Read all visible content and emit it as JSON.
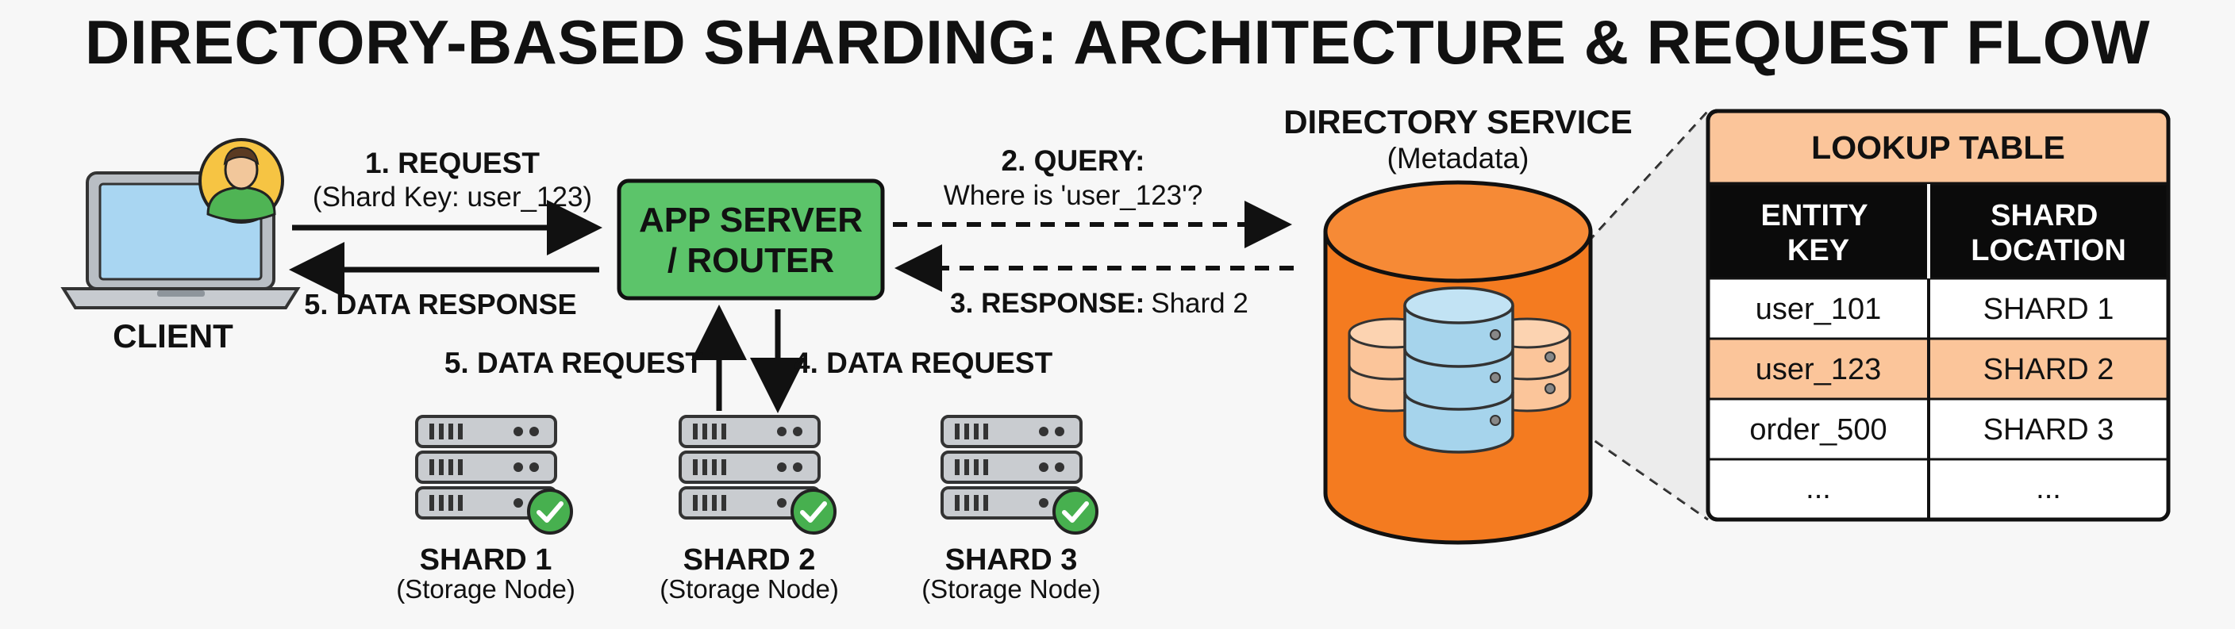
{
  "title": "DIRECTORY-BASED SHARDING: ARCHITECTURE & REQUEST FLOW",
  "client": {
    "label": "CLIENT"
  },
  "app_server": {
    "line1": "APP SERVER",
    "line2": "/ ROUTER"
  },
  "arrows": {
    "request_title": "1. REQUEST",
    "request_sub": "(Shard Key: user_123)",
    "data_response_to_client": "5. DATA RESPONSE",
    "query_title": "2. QUERY:",
    "query_sub": "Where is 'user_123'?",
    "response_bold": "3. RESPONSE:",
    "response_value": "Shard 2",
    "data_request_up": "5. DATA REQUEST",
    "data_request_down": "4. DATA REQUEST"
  },
  "directory_service": {
    "title": "DIRECTORY SERVICE",
    "subtitle": "(Metadata)"
  },
  "lookup_table": {
    "title": "LOOKUP TABLE",
    "headers": [
      {
        "line1": "ENTITY",
        "line2": "KEY"
      },
      {
        "line1": "SHARD",
        "line2": "LOCATION"
      }
    ],
    "rows": [
      {
        "key": "user_101",
        "location": "SHARD 1",
        "highlight": false
      },
      {
        "key": "user_123",
        "location": "SHARD 2",
        "highlight": true
      },
      {
        "key": "order_500",
        "location": "SHARD 3",
        "highlight": false
      },
      {
        "key": "...",
        "location": "...",
        "highlight": false
      }
    ]
  },
  "shards": [
    {
      "name": "SHARD 1",
      "sub": "(Storage Node)"
    },
    {
      "name": "SHARD 2",
      "sub": "(Storage Node)"
    },
    {
      "name": "SHARD 3",
      "sub": "(Storage Node)"
    }
  ],
  "colors": {
    "app_server_fill": "#5cc46a",
    "cylinder_fill": "#f47b20",
    "table_header_fill": "#fbc59a",
    "highlight_row_fill": "#fbc59a",
    "column_header_fill": "#0b0b0b",
    "db_stack_fill": "#a6d4ec",
    "laptop_screen": "#a9d6f2",
    "avatar_bg": "#f6c443",
    "check_green": "#47b04f"
  },
  "icons": [
    "laptop-icon",
    "user-avatar-icon",
    "database-stack-icon",
    "server-rack-icon",
    "check-icon"
  ]
}
